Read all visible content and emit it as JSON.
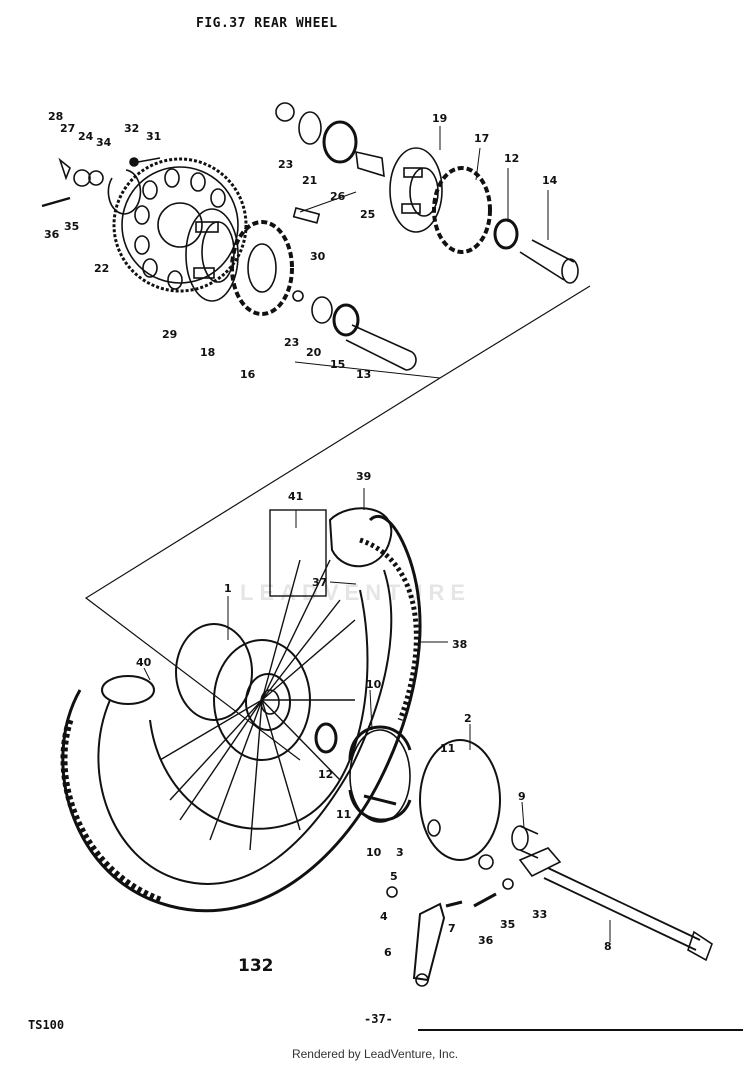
{
  "title": "FIG.37  REAR WHEEL",
  "model": "TS100",
  "page_number": "-37-",
  "diagram_number": "132",
  "footer": "Rendered by LeadVenture, Inc.",
  "watermark": "LEADVENTURE",
  "callouts": {
    "c28": "28",
    "c27": "27",
    "c24": "24",
    "c34a": "34",
    "c32": "32",
    "c31": "31",
    "c36a": "36",
    "c35a": "35",
    "c22": "22",
    "c29": "29",
    "c18": "18",
    "c16": "16",
    "c30": "30",
    "c23a": "23",
    "c20": "20",
    "c15": "15",
    "c13": "13",
    "c23b": "23",
    "c21": "21",
    "c26": "26",
    "c25": "25",
    "c19": "19",
    "c17": "17",
    "c12a": "12",
    "c14": "14",
    "c39": "39",
    "c41": "41",
    "c37": "37",
    "c1": "1",
    "c38": "38",
    "c40": "40",
    "c10a": "10",
    "c11a": "11",
    "c12b": "12",
    "c2": "2",
    "c9": "9",
    "c11b": "11",
    "c10b": "10",
    "c3": "3",
    "c5": "5",
    "c4": "4",
    "c7": "7",
    "c6": "6",
    "c36b": "36",
    "c35b": "35",
    "c33": "33",
    "c8": "8"
  }
}
